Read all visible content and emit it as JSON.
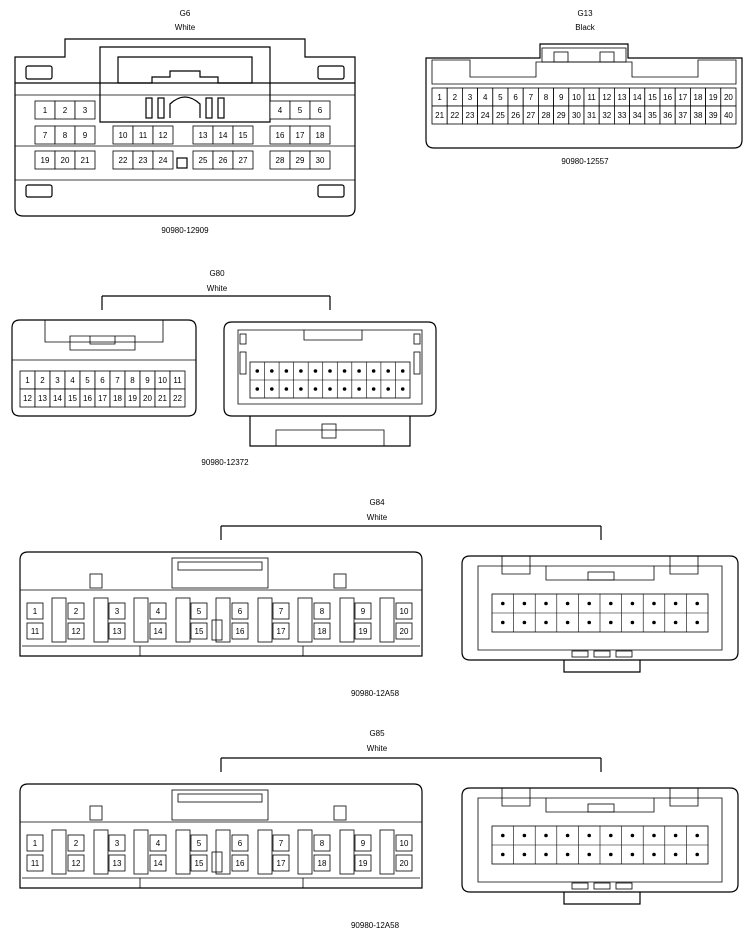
{
  "connectors": [
    {
      "id": "G6",
      "color": "White",
      "part": "90980-12909",
      "pins": 30
    },
    {
      "id": "G13",
      "color": "Black",
      "part": "90980-12557",
      "pins": 40
    },
    {
      "id": "G80",
      "color": "White",
      "part": "90980-12372",
      "pins": 22
    },
    {
      "id": "G84",
      "color": "White",
      "part": "90980-12A58",
      "pins": 20
    },
    {
      "id": "G85",
      "color": "White",
      "part": "90980-12A58",
      "pins": 20
    }
  ]
}
